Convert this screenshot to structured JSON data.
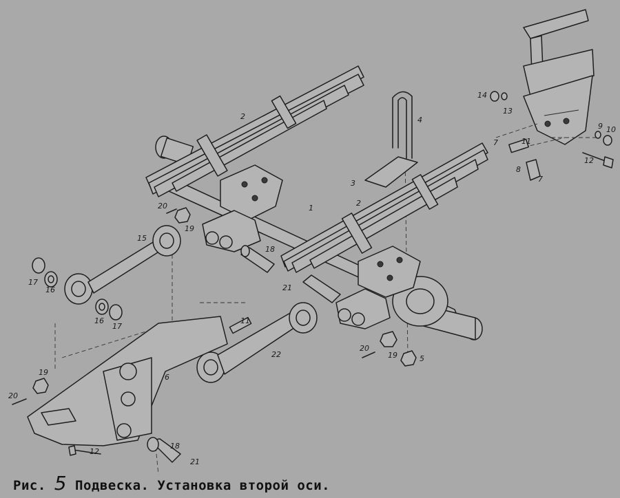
{
  "caption": {
    "prefix": "Рис.",
    "number": "5",
    "title": "Подвеска. Установка второй оси."
  },
  "callouts": [
    {
      "id": "c-1",
      "text": "1"
    },
    {
      "id": "c-2a",
      "text": "2"
    },
    {
      "id": "c-2b",
      "text": "2"
    },
    {
      "id": "c-3",
      "text": "3"
    },
    {
      "id": "c-4",
      "text": "4"
    },
    {
      "id": "c-5",
      "text": "5"
    },
    {
      "id": "c-6",
      "text": "6"
    },
    {
      "id": "c-7a",
      "text": "7"
    },
    {
      "id": "c-7b",
      "text": "7"
    },
    {
      "id": "c-8",
      "text": "8"
    },
    {
      "id": "c-9",
      "text": "9"
    },
    {
      "id": "c-10",
      "text": "10"
    },
    {
      "id": "c-11a",
      "text": "11"
    },
    {
      "id": "c-11b",
      "text": "11"
    },
    {
      "id": "c-12a",
      "text": "12"
    },
    {
      "id": "c-12b",
      "text": "12"
    },
    {
      "id": "c-13",
      "text": "13"
    },
    {
      "id": "c-14",
      "text": "14"
    },
    {
      "id": "c-15",
      "text": "15"
    },
    {
      "id": "c-16a",
      "text": "16"
    },
    {
      "id": "c-16b",
      "text": "16"
    },
    {
      "id": "c-17a",
      "text": "17"
    },
    {
      "id": "c-17b",
      "text": "17"
    },
    {
      "id": "c-18a",
      "text": "18"
    },
    {
      "id": "c-18b",
      "text": "18"
    },
    {
      "id": "c-19a",
      "text": "19"
    },
    {
      "id": "c-19b",
      "text": "19"
    },
    {
      "id": "c-19c",
      "text": "19"
    },
    {
      "id": "c-20a",
      "text": "20"
    },
    {
      "id": "c-20b",
      "text": "20"
    },
    {
      "id": "c-20c",
      "text": "20"
    },
    {
      "id": "c-21a",
      "text": "21"
    },
    {
      "id": "c-21b",
      "text": "21"
    },
    {
      "id": "c-22",
      "text": "22"
    }
  ]
}
